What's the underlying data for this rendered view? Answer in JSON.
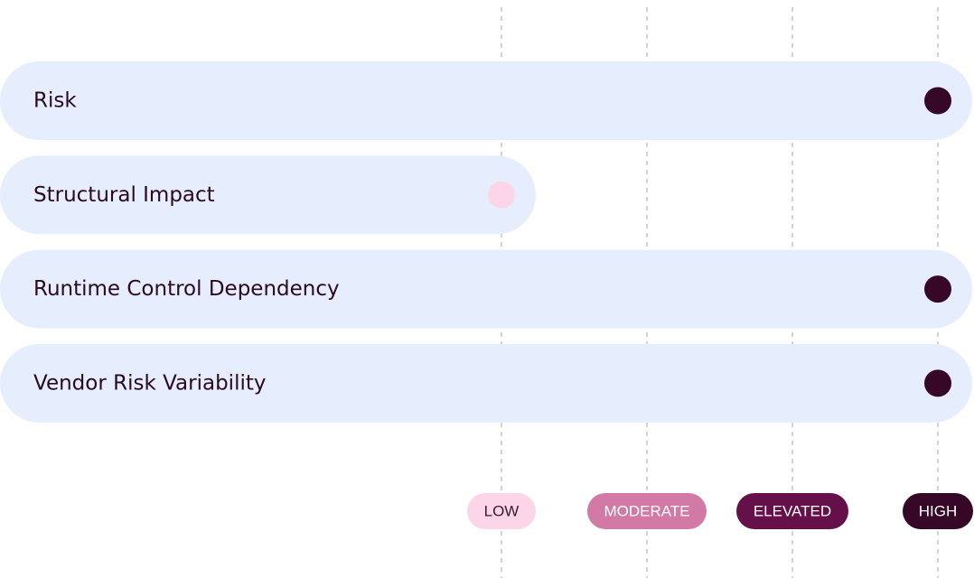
{
  "colors": {
    "bar_background": "#e6edfd",
    "gridline": "#c9c9c9",
    "label_text": "#2a0a1e"
  },
  "chart_data": {
    "type": "bar",
    "orientation": "horizontal",
    "scale": [
      "LOW",
      "MODERATE",
      "ELEVATED",
      "HIGH"
    ],
    "grid": true,
    "legend_placement": "bottom-right",
    "categories": [
      "Risk",
      "Structural Impact",
      "Runtime Control Dependency",
      "Vendor Risk Variability"
    ],
    "values": [
      "HIGH",
      "LOW",
      "HIGH",
      "HIGH"
    ],
    "legend": [
      {
        "label": "LOW",
        "color": "#fdd5e8",
        "text_color": "#3a1a2c"
      },
      {
        "label": "MODERATE",
        "color": "#d279a6",
        "text_color": "#ffffff"
      },
      {
        "label": "ELEVATED",
        "color": "#66104a",
        "text_color": "#ffffff"
      },
      {
        "label": "HIGH",
        "color": "#360726",
        "text_color": "#ffffff"
      }
    ]
  }
}
